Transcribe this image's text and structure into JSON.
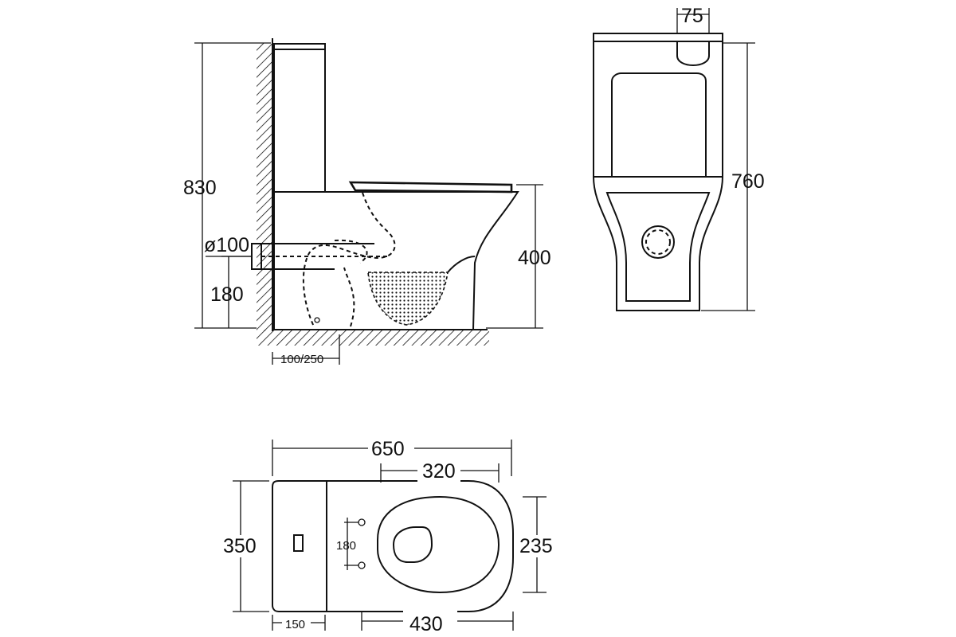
{
  "side_view": {
    "total_height": "830",
    "pipe_diameter": "ø100",
    "outlet_height": "180",
    "bowl_height": "400",
    "wall_offset": "100/250"
  },
  "front_view": {
    "top_width": "75",
    "total_height": "760"
  },
  "top_view": {
    "total_length": "650",
    "seat_length": "320",
    "total_width": "350",
    "seat_width": "235",
    "fixing_spacing": "180",
    "tank_depth": "150",
    "bowl_length": "430"
  }
}
